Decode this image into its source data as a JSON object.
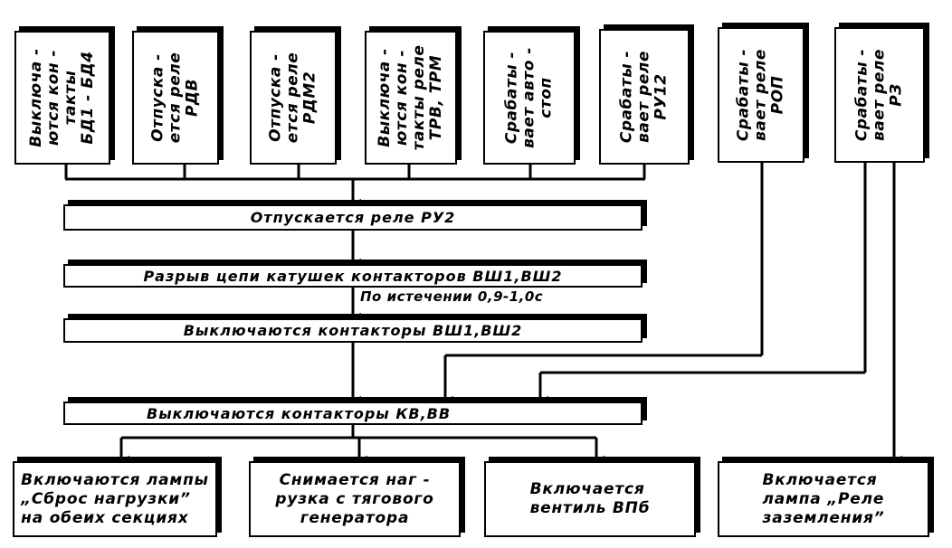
{
  "top_boxes": [
    {
      "text": "Выключа -\nются кон -\nтакты\nБД1 - БД4"
    },
    {
      "text": "Отпуска -\nется реле\nРДВ"
    },
    {
      "text": "Отпуска -\nется реле\nРДМ2"
    },
    {
      "text": "Выключа -\nются кон -\nтакты реле\nТРВ, ТРМ"
    },
    {
      "text": "Срабаты -\nвает авто -\nстоп"
    },
    {
      "text": "Срабаты -\nвает реле\nРУ12"
    },
    {
      "text": "Срабаты -\nвает реле\nРОП"
    },
    {
      "text": "Срабаты -\nвает реле\nРЗ"
    }
  ],
  "stages": {
    "ru2": "Отпускается реле РУ2",
    "break": "Разрыв цепи катушек контакторов ВШ1,ВШ2",
    "delay_note": "По истечении 0,9-1,0с",
    "vsh": "Выключаются контакторы  ВШ1,ВШ2",
    "kv": "Выключаются контакторы  КВ,ВВ"
  },
  "bottom_boxes": [
    {
      "text": "Включаются лампы\n„Сброс нагрузки”\nна обеих секциях"
    },
    {
      "text": "Снимается наг -\nрузка с тягового\nгенератора"
    },
    {
      "text": "Включается\nвентиль ВПб"
    },
    {
      "text": "Включается\nлампа „Реле\nзаземления”"
    }
  ]
}
